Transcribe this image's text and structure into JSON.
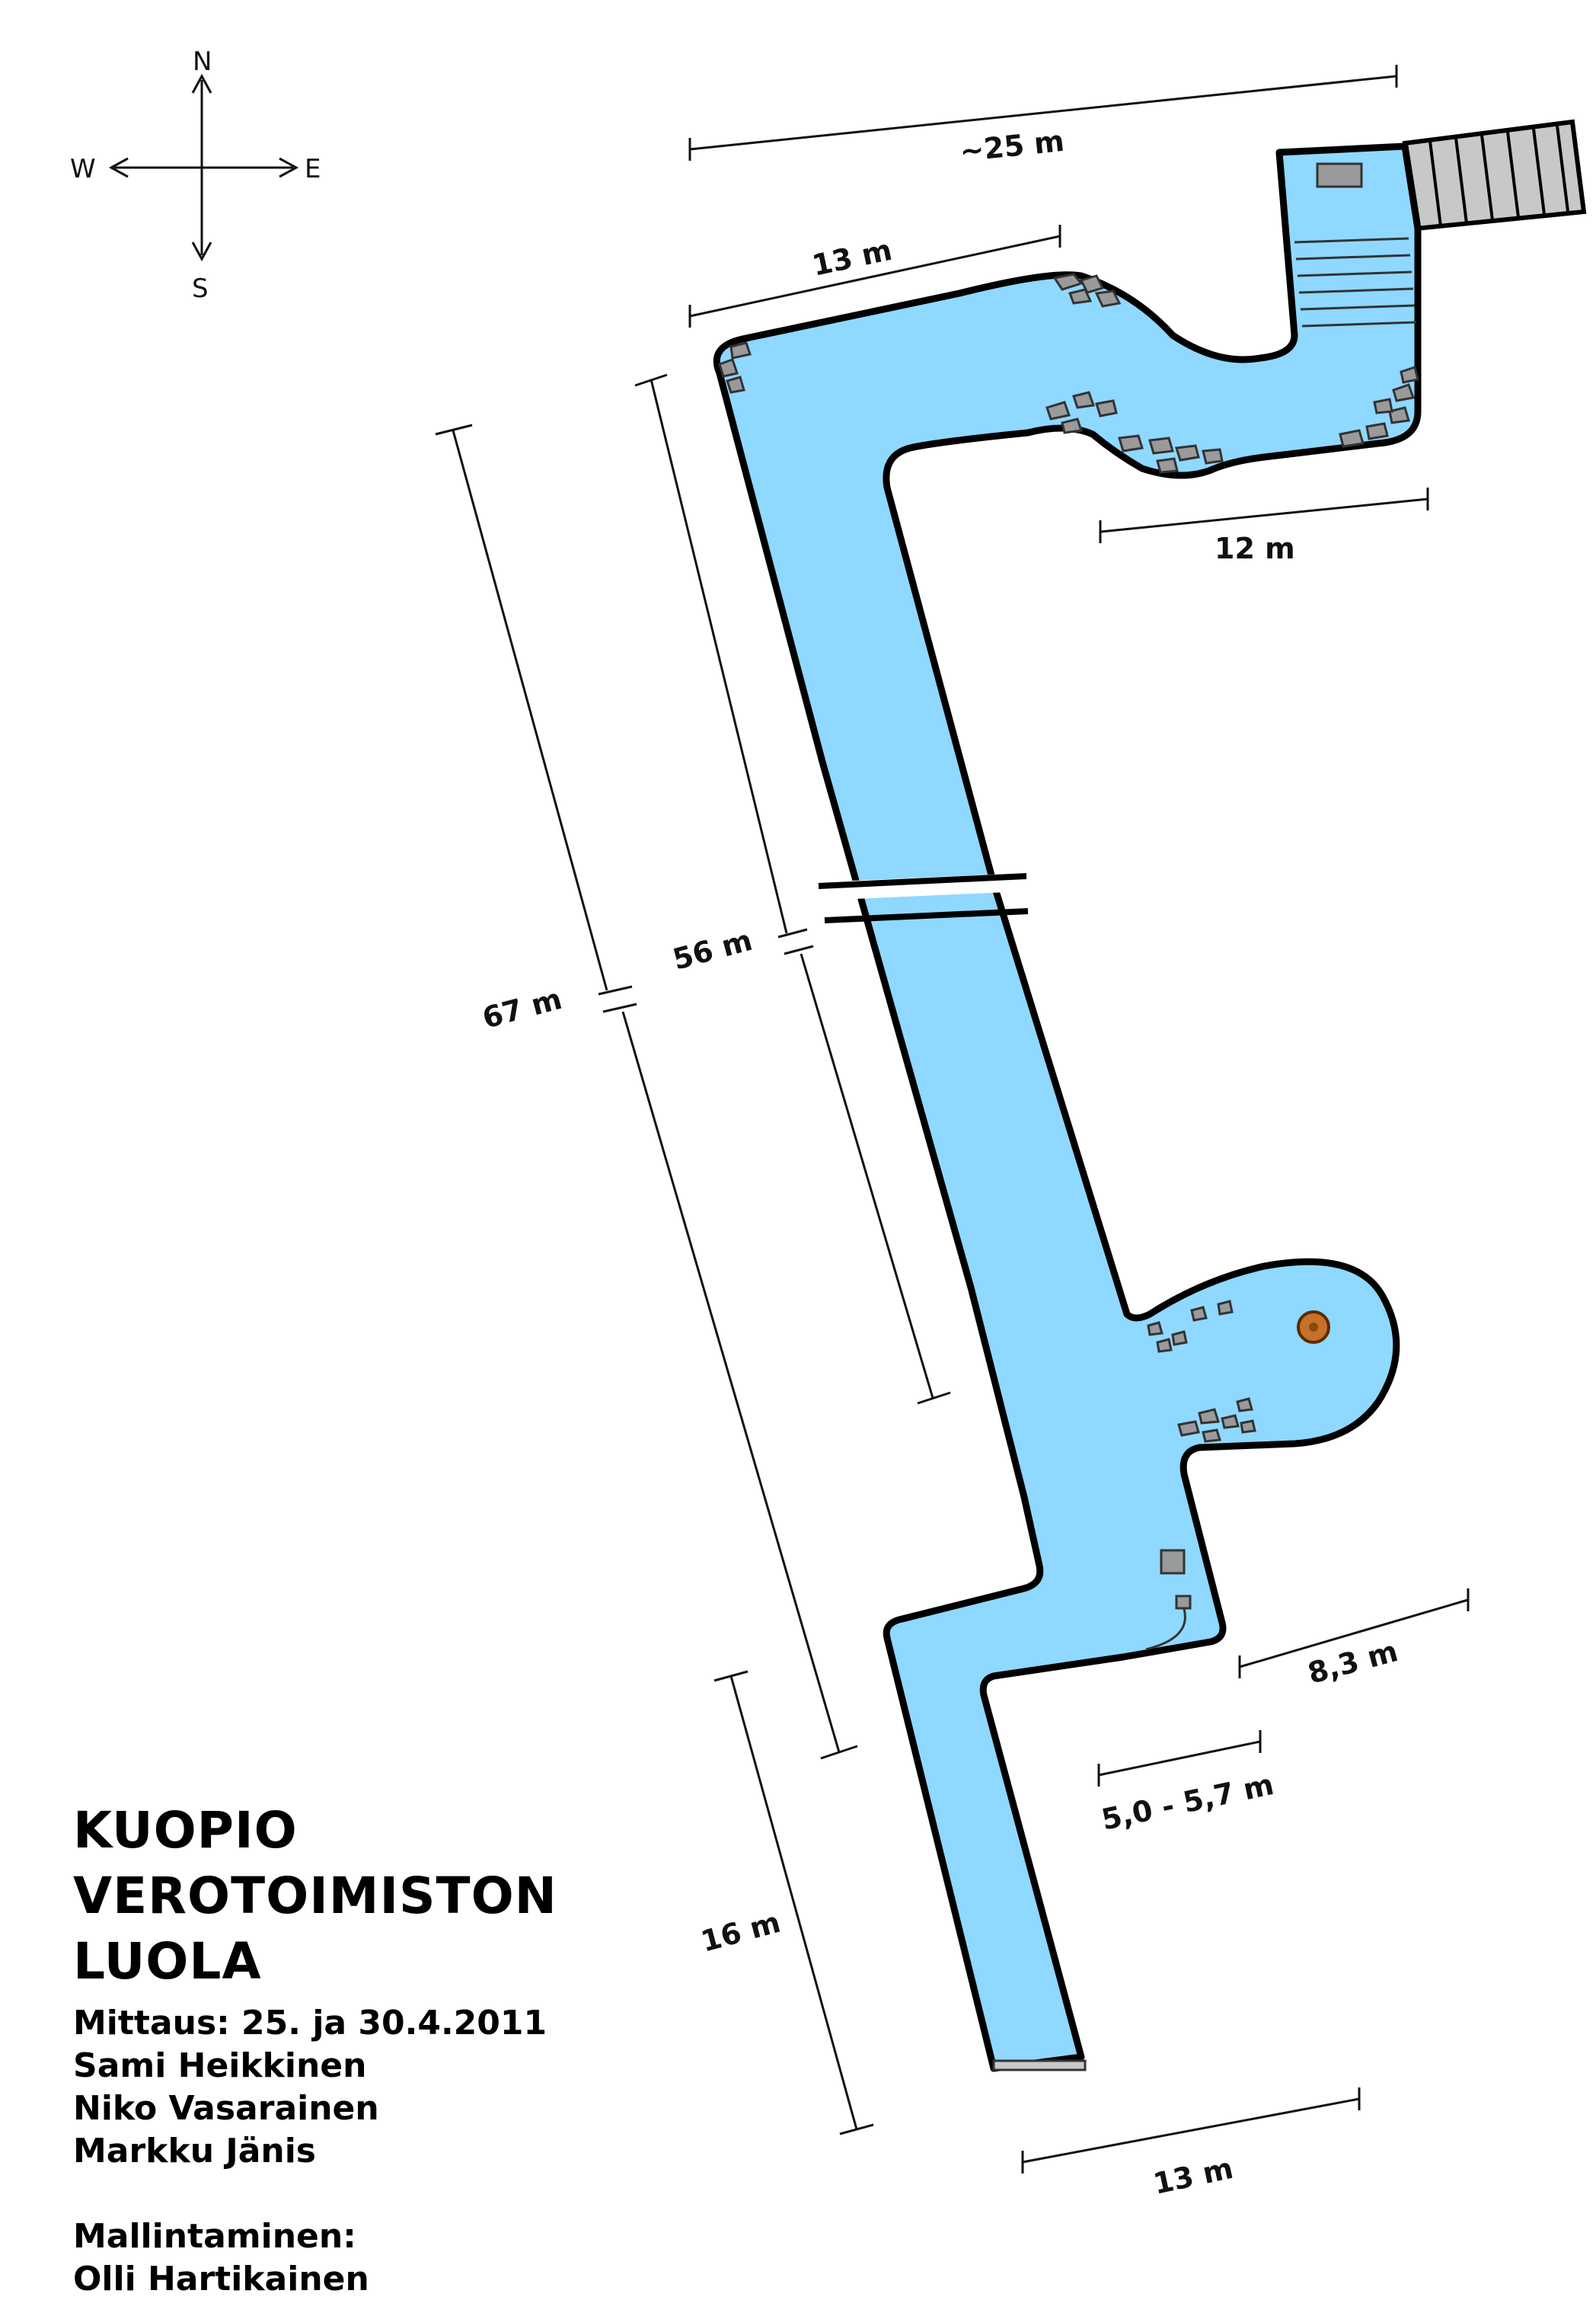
{
  "compass": {
    "north": "N",
    "south": "S",
    "east": "E",
    "west": "W"
  },
  "dimensions": {
    "total_width": "~25 m",
    "top_width": "13 m",
    "upper_right": "12 m",
    "left_long": "67 m",
    "inner_long": "56 m",
    "side_room": "8,3 m",
    "lower_width": "5,0 - 5,7 m",
    "lower_length": "16 m",
    "bottom_width": "13 m"
  },
  "legend": {
    "title_lines": [
      "KUOPIO",
      "VEROTOIMISTON",
      "LUOLA"
    ],
    "survey": "Mittaus: 25. ja 30.4.2011",
    "surveyors": [
      "Sami Heikkinen",
      "Niko Vasarainen",
      "Markku Jänis"
    ],
    "modeling_label": "Mallintaminen:",
    "modeler": "Olli Hartikainen"
  },
  "colors": {
    "cave_fill": "#8fd8ff",
    "outline": "#000000",
    "rock": "#9a9a9a",
    "stairs": "#c8c8c8",
    "marker": "#c8702a"
  }
}
